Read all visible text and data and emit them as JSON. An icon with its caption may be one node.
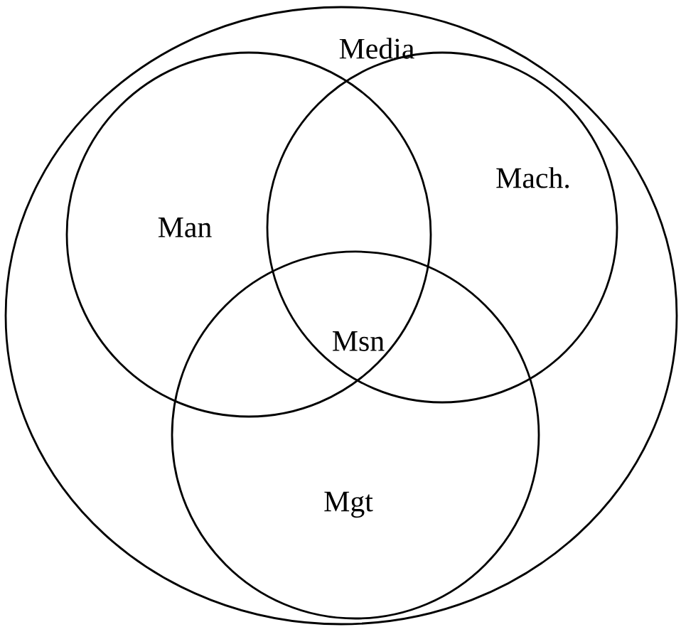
{
  "diagram": {
    "nodes": [
      {
        "text": [
          "Media"
        ]
      },
      {
        "text": [
          "Man"
        ],
        "in": 0
      },
      {
        "text": [
          "Mach."
        ],
        "in": 0
      },
      {
        "text": [
          "Mgt"
        ],
        "in": 0
      }
    ],
    "labels": [
      "Msn"
    ]
  }
}
